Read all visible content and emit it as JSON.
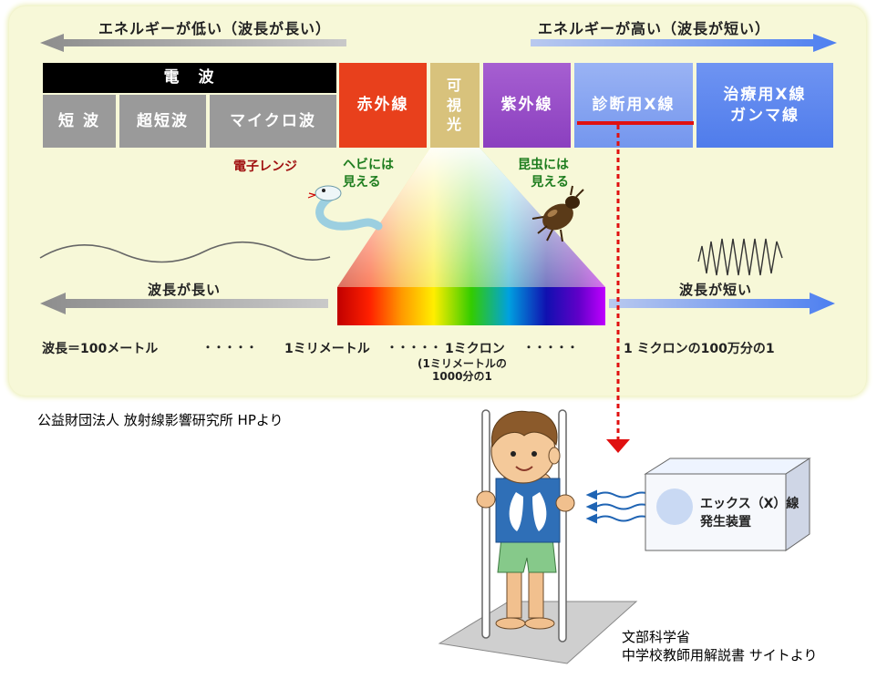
{
  "header": {
    "left_energy": "エネルギーが低い（波長が長い）",
    "right_energy": "エネルギーが高い（波長が短い）"
  },
  "bands": {
    "radio_group": "電　波",
    "short_wave": "短 波",
    "ultra_short_wave": "超短波",
    "microwave": "マイクロ波",
    "infrared": "赤外線",
    "visible": "可\n視\n光",
    "ultraviolet": "紫外線",
    "diagnostic_xray": "診断用X線",
    "therapy_xray_line1": "治療用X線",
    "therapy_xray_line2": "ガンマ線"
  },
  "annotations": {
    "microwave_oven": "電子レンジ",
    "snake_visible": "ヘビには\n見える",
    "insect_visible": "昆虫には\n見える",
    "long_wavelength": "波長が長い",
    "short_wavelength": "波長が短い"
  },
  "scale": {
    "w1": "波長＝100メートル",
    "dots1": "・・・・・",
    "w2": "1ミリメートル",
    "dots2": "・・・・・",
    "w3": "1ミクロン",
    "w3_note": "(1ミリメートルの\n1000分の1",
    "dots3": "・・・・・",
    "w4": "1 ミクロンの100万分の1"
  },
  "xray_device": {
    "label_line1": "エックス（X）線",
    "label_line2": "発生装置"
  },
  "credits": {
    "source1": "公益財団法人 放射線影響研究所 HPより",
    "source2_line1": "文部科学省",
    "source2_line2": "中学校教師用解説書 サイトより"
  },
  "colors": {
    "radio_black": "#000000",
    "radio_gray": "#9a9a9a",
    "infrared": "#e8401c",
    "visible": "#d8c27c",
    "ultraviolet": "#9b50c8",
    "xray": "#7a9ef0",
    "gamma": "#5b84ee",
    "marker_red": "#e01010"
  }
}
